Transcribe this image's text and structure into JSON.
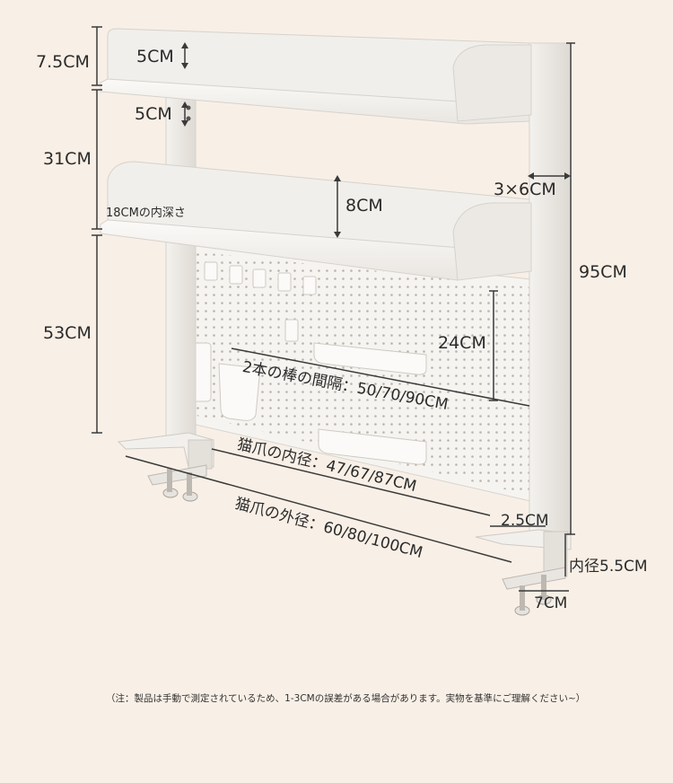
{
  "dimensions": {
    "top_shelf_height": "7.5CM",
    "top_shelf_lip_upper": "5CM",
    "top_shelf_lip_lower": "5CM",
    "middle_section_height": "31CM",
    "shelf_inner_depth": "18CMの内深さ",
    "shelf_height": "8CM",
    "post_size": "3×6CM",
    "total_height": "95CM",
    "lower_section_height": "53CM",
    "board_height": "24CM",
    "rod_spacing": "2本の棒の間隔：50/70/90CM",
    "clamp_inner_width": "猫爪の内径：47/67/87CM",
    "clamp_outer_width": "猫爪の外径：60/80/100CM",
    "clamp_thickness": "2.5CM",
    "clamp_inner_opening": "内径5.5CM",
    "clamp_depth": "7CM"
  },
  "note": "（注：製品は手動で測定されているため、1-3CMの誤差がある場合があります。実物を基準にご理解ください~）"
}
